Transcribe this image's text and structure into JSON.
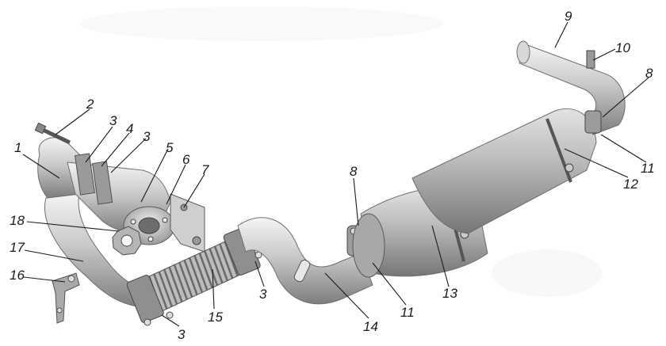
{
  "diagram": {
    "labels": {
      "l1": "1",
      "l2": "2",
      "l3a": "3",
      "l3b": "3",
      "l3c": "3",
      "l3d": "3",
      "l4": "4",
      "l5": "5",
      "l6": "6",
      "l7": "7",
      "l8a": "8",
      "l8b": "8",
      "l9": "9",
      "l10": "10",
      "l11a": "11",
      "l11b": "11",
      "l12": "12",
      "l13": "13",
      "l14": "14",
      "l15": "15",
      "l16": "16",
      "l17": "17",
      "l18": "18"
    }
  }
}
